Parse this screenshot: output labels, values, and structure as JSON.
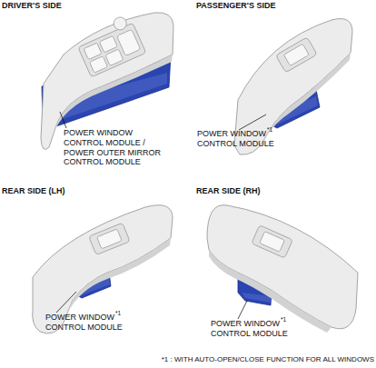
{
  "diagram": {
    "labels": [
      "DRIVER'S SIDE",
      "PASSENGER'S SIDE",
      "POWER WINDOW CONTROL MODULE / POWER OUTER MIRROR CONTROL MODULE",
      "POWER WINDOW CONTROL MODULE",
      "*1",
      "REAR SIDE (LH)",
      "REAR SIDE (RH)",
      "POWER WINDOW CONTROL MODULE",
      "*1",
      "POWER WINDOW CONTROL MODULE",
      "*1",
      "*1 : WITH AUTO-OPEN/CLOSE FUNCTION FOR ALL WINDOWS"
    ]
  }
}
